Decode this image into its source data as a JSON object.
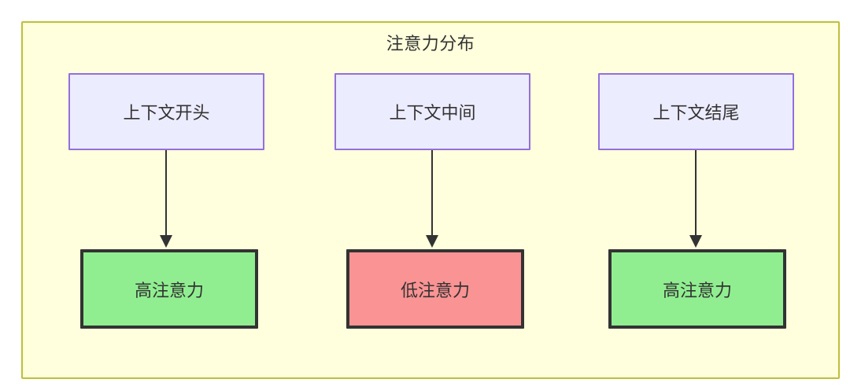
{
  "diagram": {
    "title": "注意力分布",
    "container": {
      "background_color": "#ffffdd",
      "border_color": "#bfbf38"
    },
    "columns": [
      {
        "source": {
          "label": "上下文开头",
          "fill_color": "#ececff",
          "border_color": "#9370db"
        },
        "target": {
          "label": "高注意力",
          "fill_color": "#90ee90",
          "border_color": "#333333"
        },
        "connector": "arrow-down"
      },
      {
        "source": {
          "label": "上下文中间",
          "fill_color": "#ececff",
          "border_color": "#9370db"
        },
        "target": {
          "label": "低注意力",
          "fill_color": "#fa9393",
          "border_color": "#333333"
        },
        "connector": "arrow-down"
      },
      {
        "source": {
          "label": "上下文结尾",
          "fill_color": "#ececff",
          "border_color": "#9370db"
        },
        "target": {
          "label": "高注意力",
          "fill_color": "#90ee90",
          "border_color": "#333333"
        },
        "connector": "arrow-down"
      }
    ]
  }
}
